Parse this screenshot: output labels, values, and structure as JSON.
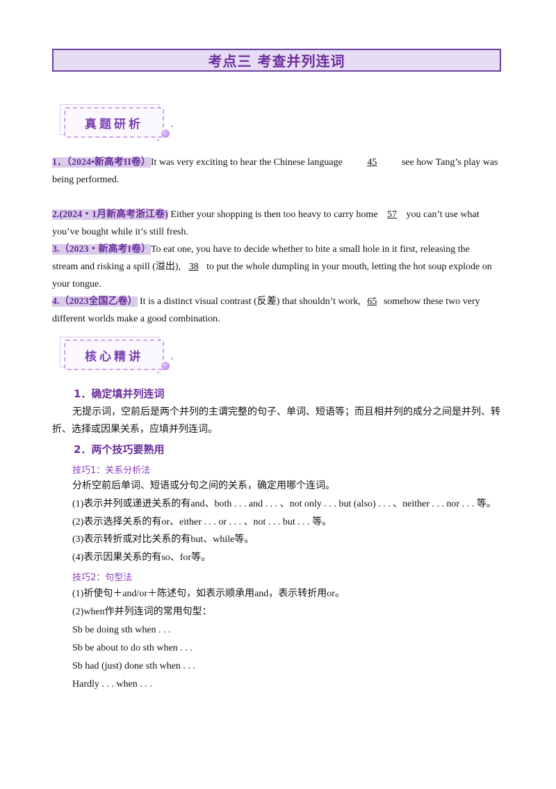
{
  "title": "考点三 考查并列连词",
  "badge1": "真题研析",
  "badge2": "核心精讲",
  "questions": [
    {
      "tag": "1．（2024•新高考II卷）",
      "pre": "It was very exciting to hear the Chinese language ",
      "blank": "45",
      "post": " see how Tang’s play was",
      "line2": "being performed."
    },
    {
      "tag": "2.(2024・1月新高考浙江卷)",
      "pre": " Either your shopping is then too heavy to carry home ",
      "blank": "57",
      "post": " you can’t use what",
      "line2": "you’ve bought while it’s still fresh."
    },
    {
      "tag": "3.（2023・新高考I卷）",
      "pre": "To eat one, you have to decide whether to bite a small hole in it first, releasing the",
      "line2a": "stream and risking a spill (溢出), ",
      "blank": "38",
      "post": " to put the whole dumpling in your mouth, letting the hot soup explode on",
      "line3": "your tongue."
    },
    {
      "tag": "4.（2023全国乙卷）",
      "pre": " It is a distinct visual contrast (反差) that shouldn’t work, ",
      "blank": "65",
      "post": " somehow these two very",
      "line2": "different worlds make a good combination."
    }
  ],
  "section1": {
    "heading": "1．确定填并列连词",
    "line1": "无提示词，空前后是两个并列的主谓完整的句子、单词、短语等；而且相并列的成分之间是并列、转",
    "line2": "折、选择或因果关系，应填并列连词。"
  },
  "section2": {
    "heading": "2．两个技巧要熟用",
    "skill1": "技巧1：关系分析法",
    "skill1_intro": "分析空前后单词、短语或分句之间的关系，确定用哪个连词。",
    "skill1_items": [
      "(1)表示并列或递进关系的有and、both . . . and . . . 、not only . . . but (also) . . . 、neither . . . nor . . . 等。",
      "(2)表示选择关系的有or、either . . . or . . . 、not . . . but . . . 等。",
      "(3)表示转折或对比关系的有but、while等。",
      "(4)表示因果关系的有so、for等。"
    ],
    "skill2": "技巧2：句型法",
    "skill2_items": [
      "(1)祈使句＋and/or＋陈述句，如表示顺承用and，表示转折用or。",
      "(2)when作并列连词的常用句型：",
      "Sb be doing sth when . . .",
      "Sb be about to do sth when . . .",
      "Sb had (just) done sth when . . .",
      "Hardly . . . when . . ."
    ]
  }
}
